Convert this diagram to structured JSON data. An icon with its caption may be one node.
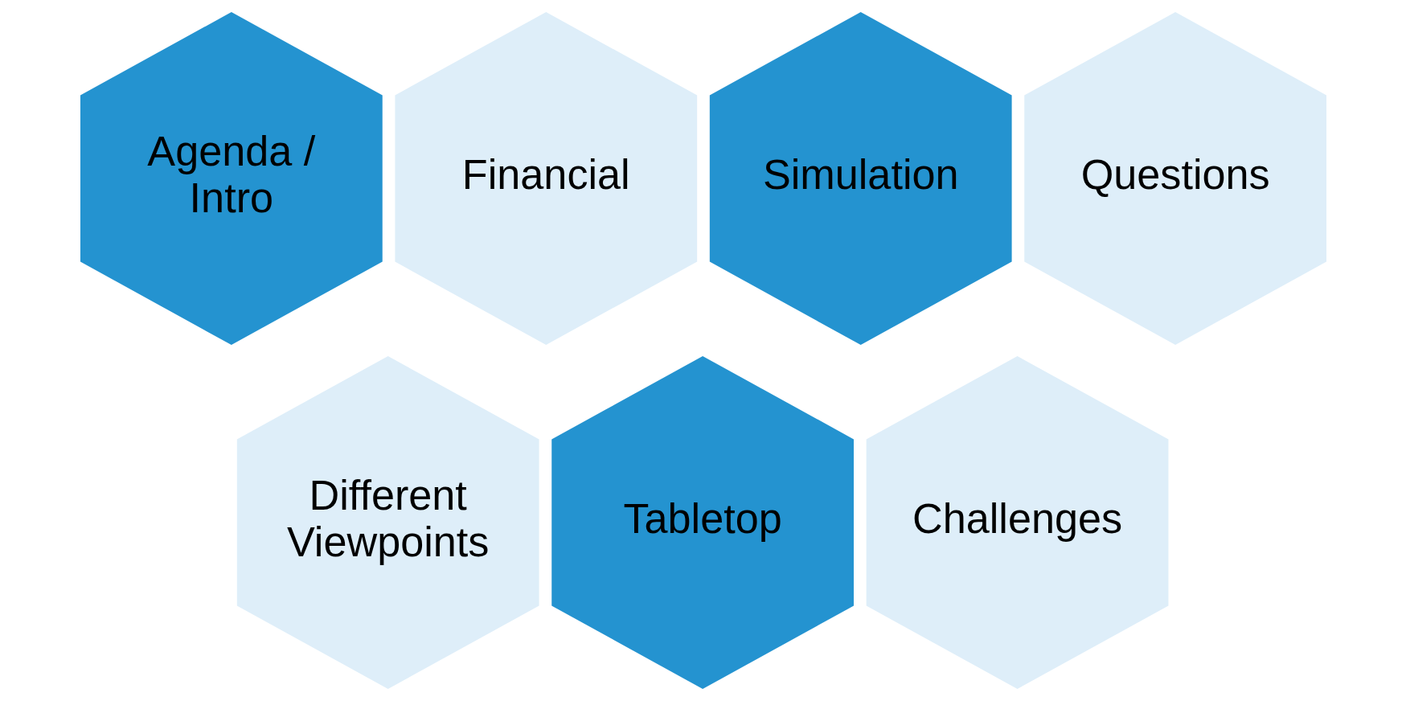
{
  "diagram": {
    "nodes": [
      {
        "text": [
          "Agenda / Intro"
        ]
      },
      {
        "text": [
          "Financial"
        ]
      },
      {
        "text": [
          "Simulation"
        ]
      },
      {
        "text": [
          "Questions"
        ]
      },
      {
        "text": [
          "Different Viewpoints"
        ]
      },
      {
        "text": [
          "Tabletop"
        ]
      },
      {
        "text": [
          "Challenges"
        ]
      }
    ],
    "edges": []
  }
}
